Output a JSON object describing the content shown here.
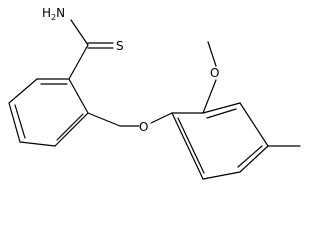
{
  "structure": {
    "labels": {
      "amine_n": "N",
      "amine_h": "H",
      "amine_h_count": "2",
      "thione_s": "S",
      "ether_o": "O",
      "methoxy_o": "O"
    }
  }
}
